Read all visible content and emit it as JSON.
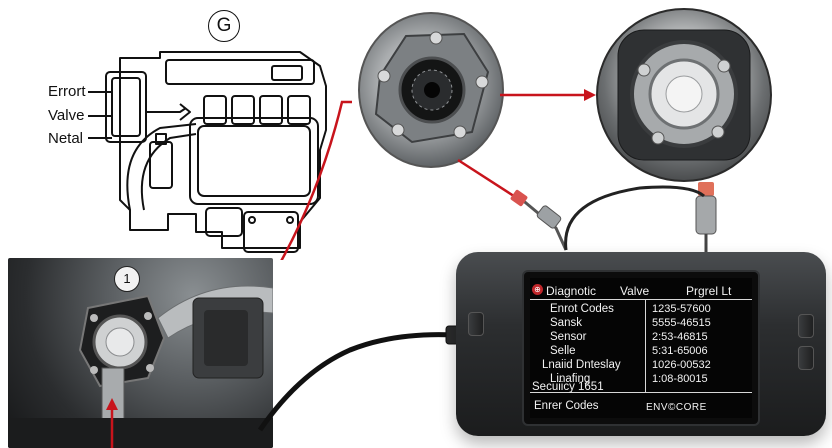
{
  "diagram": {
    "badge": "G",
    "labels": [
      "Errort",
      "Valve",
      "Netal"
    ]
  },
  "engine_photo": {
    "badge": "1"
  },
  "scanner": {
    "title_left": "Diagnotic",
    "title_mid": "Valve",
    "title_right": "Prgrel Lt",
    "rows": [
      {
        "label": "Enrot Codes",
        "value": "1235-57600"
      },
      {
        "label": "Sansk",
        "value": "5555-46515"
      },
      {
        "label": "Sensor",
        "value": "2:53-46815"
      },
      {
        "label": "Selle",
        "value": "5:31-65006"
      },
      {
        "label": "Lnaiid Dnteslay",
        "value": "1026-00532"
      },
      {
        "label": "Linafing",
        "value": "1:08-80015"
      }
    ],
    "footer_line": "Secuiicy 1651",
    "footer_bottom": "Enrer Codes",
    "brand": "ENV©CORE"
  },
  "colors": {
    "arrow_red": "#c8141c",
    "scanner_body": "#2c2e30",
    "screen_bg": "#050505"
  }
}
